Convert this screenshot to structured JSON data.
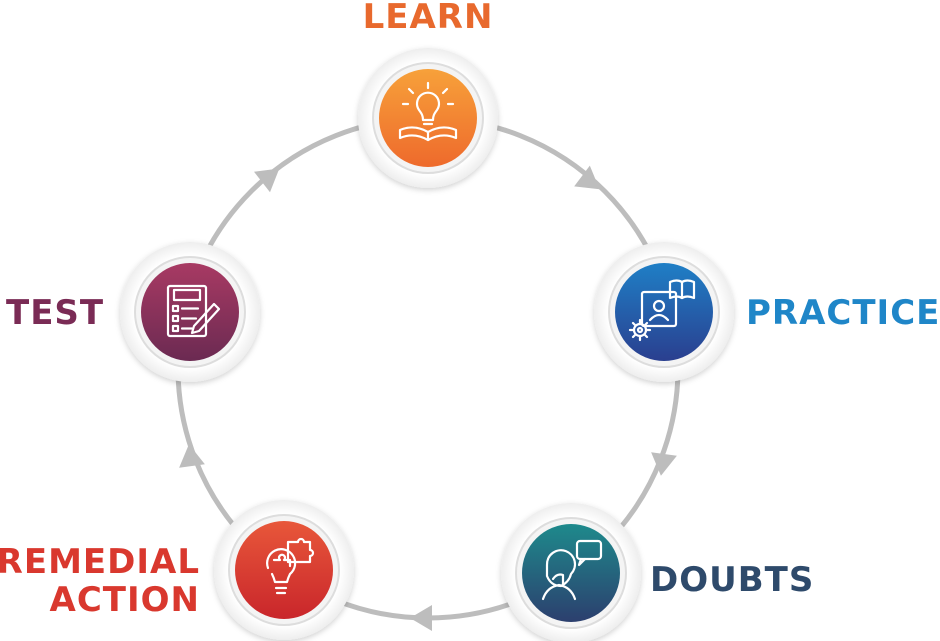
{
  "stages": [
    {
      "id": "learn",
      "label": "LEARN",
      "color": "#e8692d",
      "gradient": [
        "#f7a13a",
        "#ee6a2c"
      ],
      "icon": "lightbulb-book-icon"
    },
    {
      "id": "practice",
      "label": "PRACTICE",
      "color": "#1f86c8",
      "gradient": [
        "#1f7fc6",
        "#2a3f8f"
      ],
      "icon": "person-gear-book-icon"
    },
    {
      "id": "doubts",
      "label": "DOUBTS",
      "color": "#2e4a6b",
      "gradient": [
        "#1e8a8c",
        "#2c3f6e"
      ],
      "icon": "thinking-person-speech-icon"
    },
    {
      "id": "remedial",
      "label": [
        "REMEDIAL",
        "ACTION"
      ],
      "color": "#d9382e",
      "gradient": [
        "#e8573a",
        "#c9262b"
      ],
      "icon": "puzzle-head-icon"
    },
    {
      "id": "test",
      "label": "TEST",
      "color": "#7a2b55",
      "gradient": [
        "#a83a63",
        "#6b2a52"
      ],
      "icon": "test-checklist-pencil-icon"
    }
  ],
  "cycle_color": "#bdbdbd"
}
